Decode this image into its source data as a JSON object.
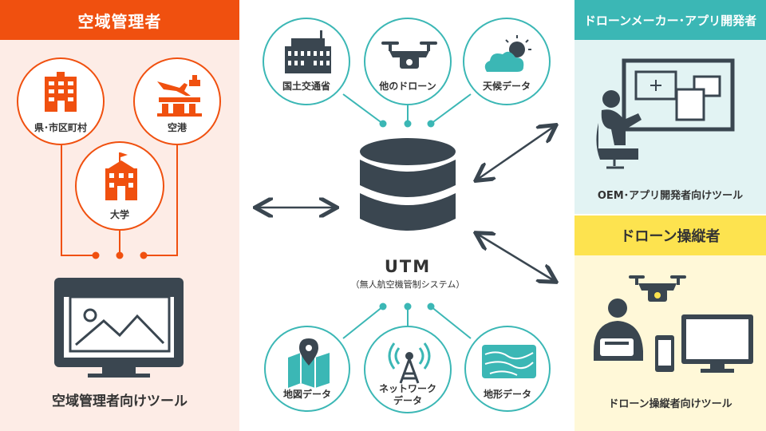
{
  "left_panel": {
    "title": "空域管理者",
    "nodes": {
      "prefecture": "県･市区町村",
      "airport": "空港",
      "university": "大学"
    },
    "tool_label": "空域管理者向けツール"
  },
  "center": {
    "title": "UTM",
    "subtitle": "（無人航空機管制システム）",
    "top_nodes": {
      "mlit": "国土交通省",
      "other_drones": "他のドローン",
      "weather": "天候データ"
    },
    "bottom_nodes": {
      "map": "地図データ",
      "network": "ネットワーク\nデータ",
      "terrain": "地形データ"
    }
  },
  "right_top_panel": {
    "title": "ドローンメーカー･アプリ開発者",
    "tool_label": "OEM･アプリ開発者向けツール"
  },
  "right_bottom_panel": {
    "title": "ドローン操縦者",
    "tool_label": "ドローン操縦者向けツール"
  },
  "colors": {
    "orange": "#f0500f",
    "teal": "#3bb7b5",
    "yellow": "#fde34f",
    "dark": "#3a4650"
  }
}
